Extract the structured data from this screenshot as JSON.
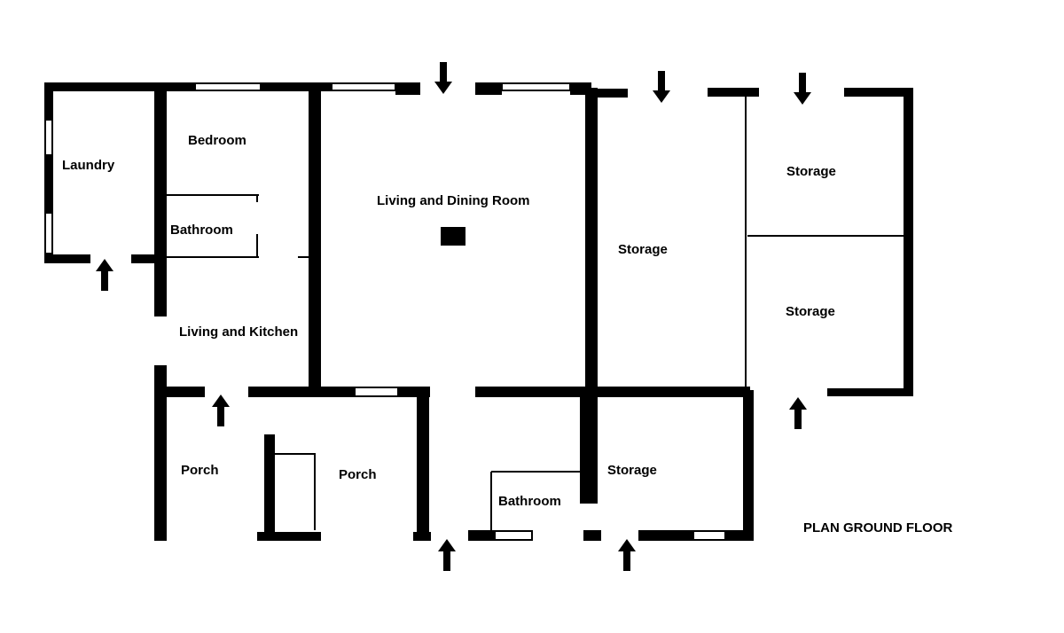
{
  "diagram": {
    "title": "PLAN GROUND FLOOR",
    "colors": {
      "wall": "#000000",
      "window": "#ffffff",
      "background": "#ffffff"
    },
    "rooms": [
      {
        "id": "laundry",
        "label": "Laundry"
      },
      {
        "id": "bedroom",
        "label": "Bedroom"
      },
      {
        "id": "bathroom-upper",
        "label": "Bathroom"
      },
      {
        "id": "living-kitchen",
        "label": "Living and Kitchen"
      },
      {
        "id": "living-dining",
        "label": "Living and Dining Room"
      },
      {
        "id": "storage-center",
        "label": "Storage"
      },
      {
        "id": "storage-top-right",
        "label": "Storage"
      },
      {
        "id": "storage-right",
        "label": "Storage"
      },
      {
        "id": "porch-left",
        "label": "Porch"
      },
      {
        "id": "porch-middle",
        "label": "Porch"
      },
      {
        "id": "bathroom-lower",
        "label": "Bathroom"
      },
      {
        "id": "storage-lower",
        "label": "Storage"
      }
    ],
    "entrance_arrows": 8,
    "entrance_icon": "arrow-icon"
  }
}
